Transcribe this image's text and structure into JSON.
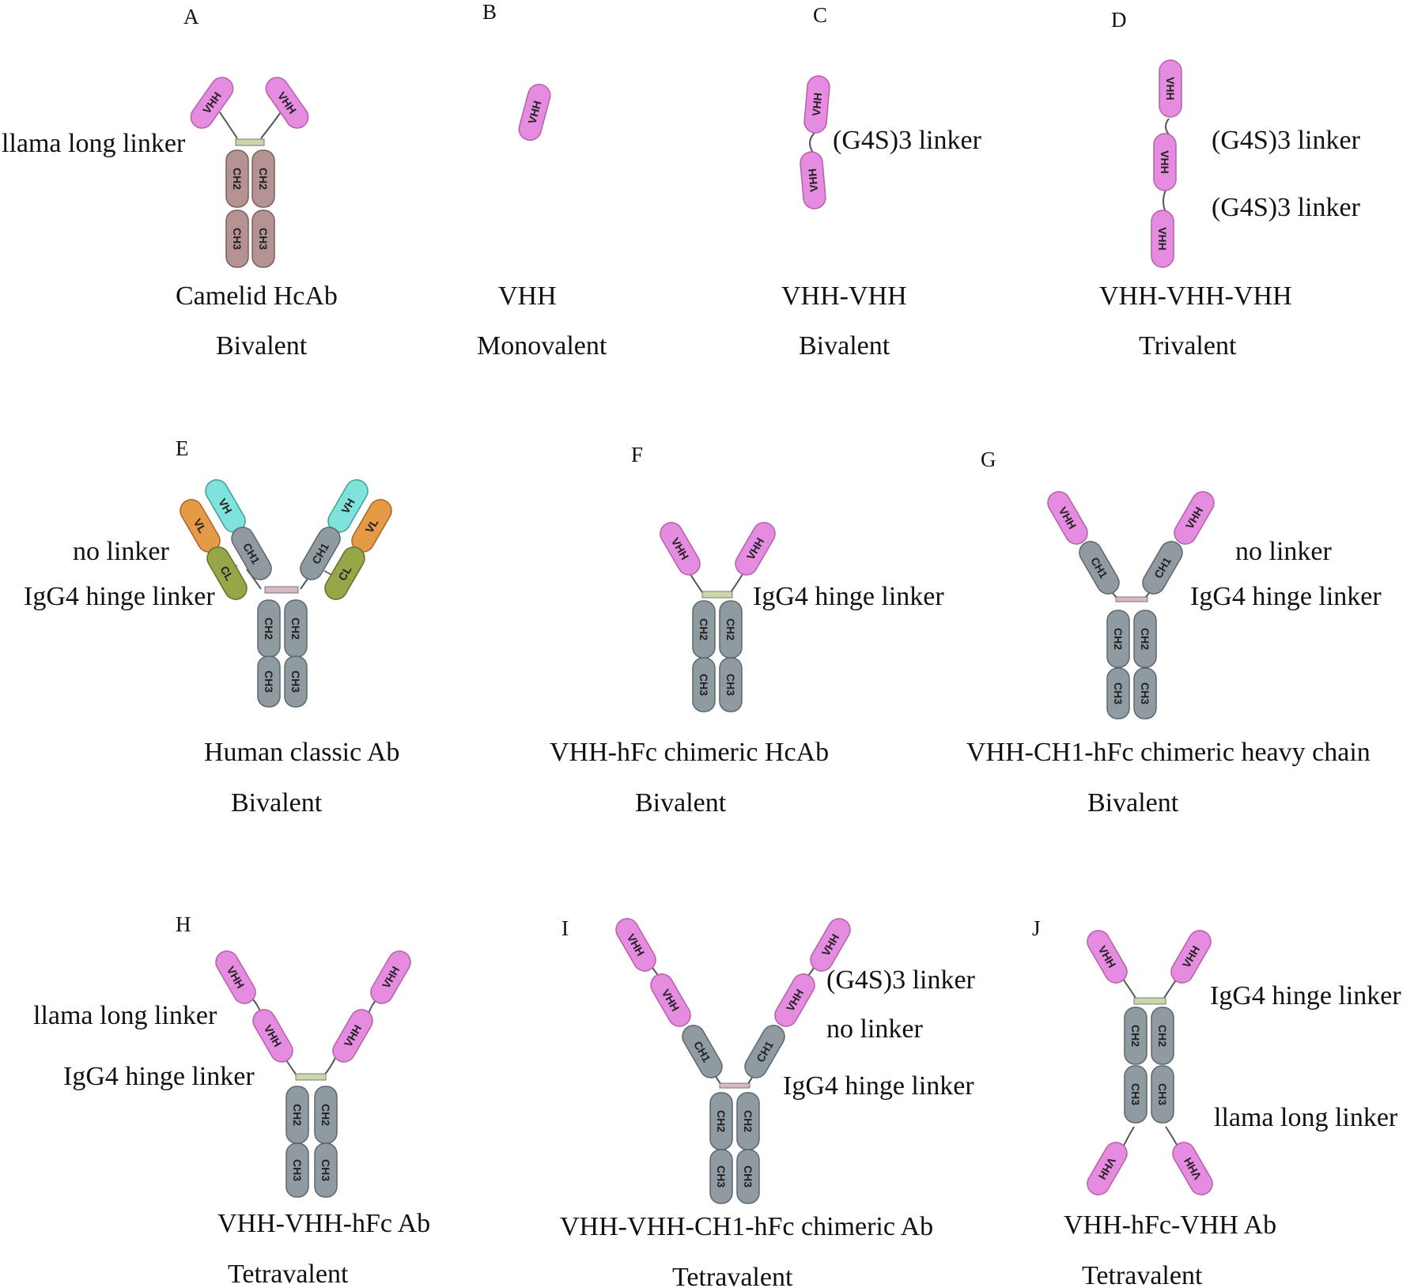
{
  "colors": {
    "vhh": "#e58ce0",
    "vh": "#7fe3dc",
    "vl": "#e59a45",
    "cl": "#98a64a",
    "human_constant": "#8f9aa1",
    "camelid_constant": "#b59393",
    "hinge": "#c9d8a8"
  },
  "panels": {
    "A": {
      "letter": "A",
      "name": "Camelid HcAb",
      "valency": "Bivalent",
      "linkers": [
        "llama long linker"
      ],
      "domains": {
        "vhh": "VHH",
        "ch2": "CH2",
        "ch3": "CH3"
      }
    },
    "B": {
      "letter": "B",
      "name": "VHH",
      "valency": "Monovalent",
      "domains": {
        "vhh": "VHH"
      }
    },
    "C": {
      "letter": "C",
      "name": "VHH-VHH",
      "valency": "Bivalent",
      "linkers": [
        "(G4S)3 linker"
      ],
      "domains": {
        "vhh": "VHH"
      }
    },
    "D": {
      "letter": "D",
      "name": "VHH-VHH-VHH",
      "valency": "Trivalent",
      "linkers": [
        "(G4S)3 linker",
        "(G4S)3 linker"
      ],
      "domains": {
        "vhh": "VHH"
      }
    },
    "E": {
      "letter": "E",
      "name": "Human classic Ab",
      "valency": "Bivalent",
      "linkers": [
        "no linker",
        "IgG4 hinge linker"
      ],
      "domains": {
        "vh": "VH",
        "vl": "VL",
        "ch1": "CH1",
        "cl": "CL",
        "ch2": "CH2",
        "ch3": "CH3"
      }
    },
    "F": {
      "letter": "F",
      "name": "VHH-hFc chimeric HcAb",
      "valency": "Bivalent",
      "linkers": [
        "IgG4 hinge linker"
      ],
      "domains": {
        "vhh": "VHH",
        "ch2": "CH2",
        "ch3": "CH3"
      }
    },
    "G": {
      "letter": "G",
      "name": "VHH-CH1-hFc chimeric  heavy chain",
      "valency": "Bivalent",
      "linkers": [
        "no linker",
        "IgG4 hinge linker"
      ],
      "domains": {
        "vhh": "VHH",
        "ch1": "CH1",
        "ch2": "CH2",
        "ch3": "CH3"
      }
    },
    "H": {
      "letter": "H",
      "name": "VHH-VHH-hFc Ab",
      "valency": "Tetravalent",
      "linkers": [
        "llama long linker",
        "IgG4 hinge linker"
      ],
      "domains": {
        "vhh": "VHH",
        "ch2": "CH2",
        "ch3": "CH3"
      }
    },
    "I": {
      "letter": "I",
      "name": "VHH-VHH-CH1-hFc chimeric Ab",
      "valency": "Tetravalent",
      "linkers": [
        "(G4S)3 linker",
        "no linker",
        "IgG4 hinge linker"
      ],
      "domains": {
        "vhh": "VHH",
        "ch1": "CH1",
        "ch2": "CH2",
        "ch3": "CH3"
      }
    },
    "J": {
      "letter": "J",
      "name": "VHH-hFc-VHH Ab",
      "valency": "Tetravalent",
      "linkers": [
        "IgG4 hinge linker",
        "llama long linker"
      ],
      "domains": {
        "vhh": "VHH",
        "ch2": "CH2",
        "ch3": "CH3"
      }
    }
  }
}
